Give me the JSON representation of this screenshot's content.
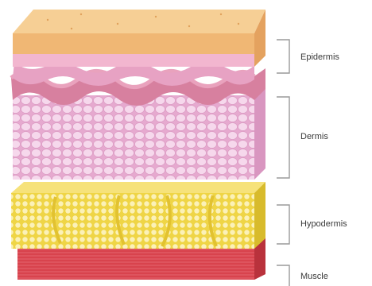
{
  "layers": [
    {
      "key": "epidermis",
      "label": "Epidermis"
    },
    {
      "key": "dermis",
      "label": "Dermis"
    },
    {
      "key": "hypodermis",
      "label": "Hypodermis"
    },
    {
      "key": "muscle",
      "label": "Muscle"
    }
  ],
  "colors": {
    "epidermis_top": "#f4c98a",
    "epidermis_side": "#f0b774",
    "dermis_wave": "#d98aa8",
    "dermis_cells": "#f2c6e2",
    "hypodermis": "#f0d64a",
    "hypodermis_fat": "#fbf0b5",
    "muscle": "#d9464f",
    "bracket": "#9a9a9a"
  }
}
